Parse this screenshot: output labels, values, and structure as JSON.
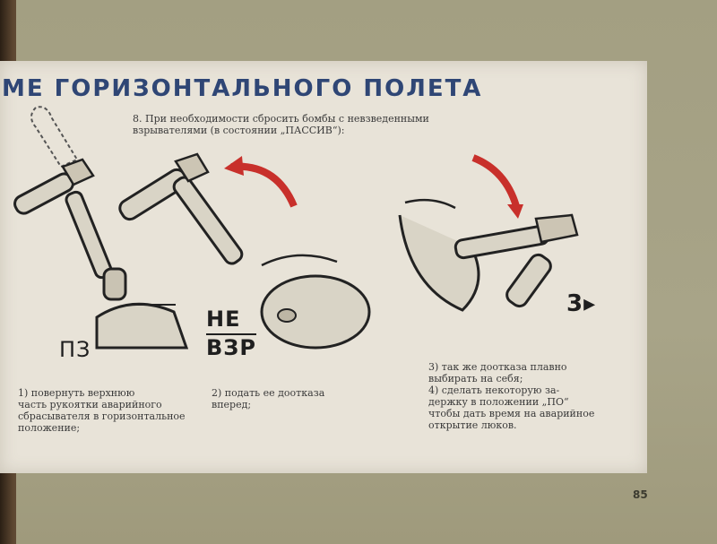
{
  "heading": "МЕ ГОРИЗОНТАЛЬНОГО ПОЛЕТА",
  "intro_line1": "8. При необходимости сбросить бомбы с невзведенными",
  "intro_line2": "взрывателями (в состоянии „ПАССИВ“):",
  "labels": {
    "pz": "ПЗ",
    "ne": "НЕ",
    "vzr": "ВЗР",
    "step3_mark": "3▸"
  },
  "steps": {
    "step1": [
      "1) повернуть верхнюю",
      "часть рукоятки аварийного",
      "сбрасывателя в горизонтальное",
      "положение;"
    ],
    "step2": [
      "2) подать ее доотказа",
      "вперед;"
    ],
    "step3": [
      "3) так же доотказа плавно",
      "выбирать на себя;"
    ],
    "step4": [
      "4) сделать некоторую за-",
      "держку в положении „ПО“",
      "чтобы дать время на аварийное",
      "открытие люков."
    ]
  },
  "page_number": "85",
  "colors": {
    "heading": "#2f4675",
    "arrow": "#c8302b",
    "paper": "#e8e3d8"
  }
}
